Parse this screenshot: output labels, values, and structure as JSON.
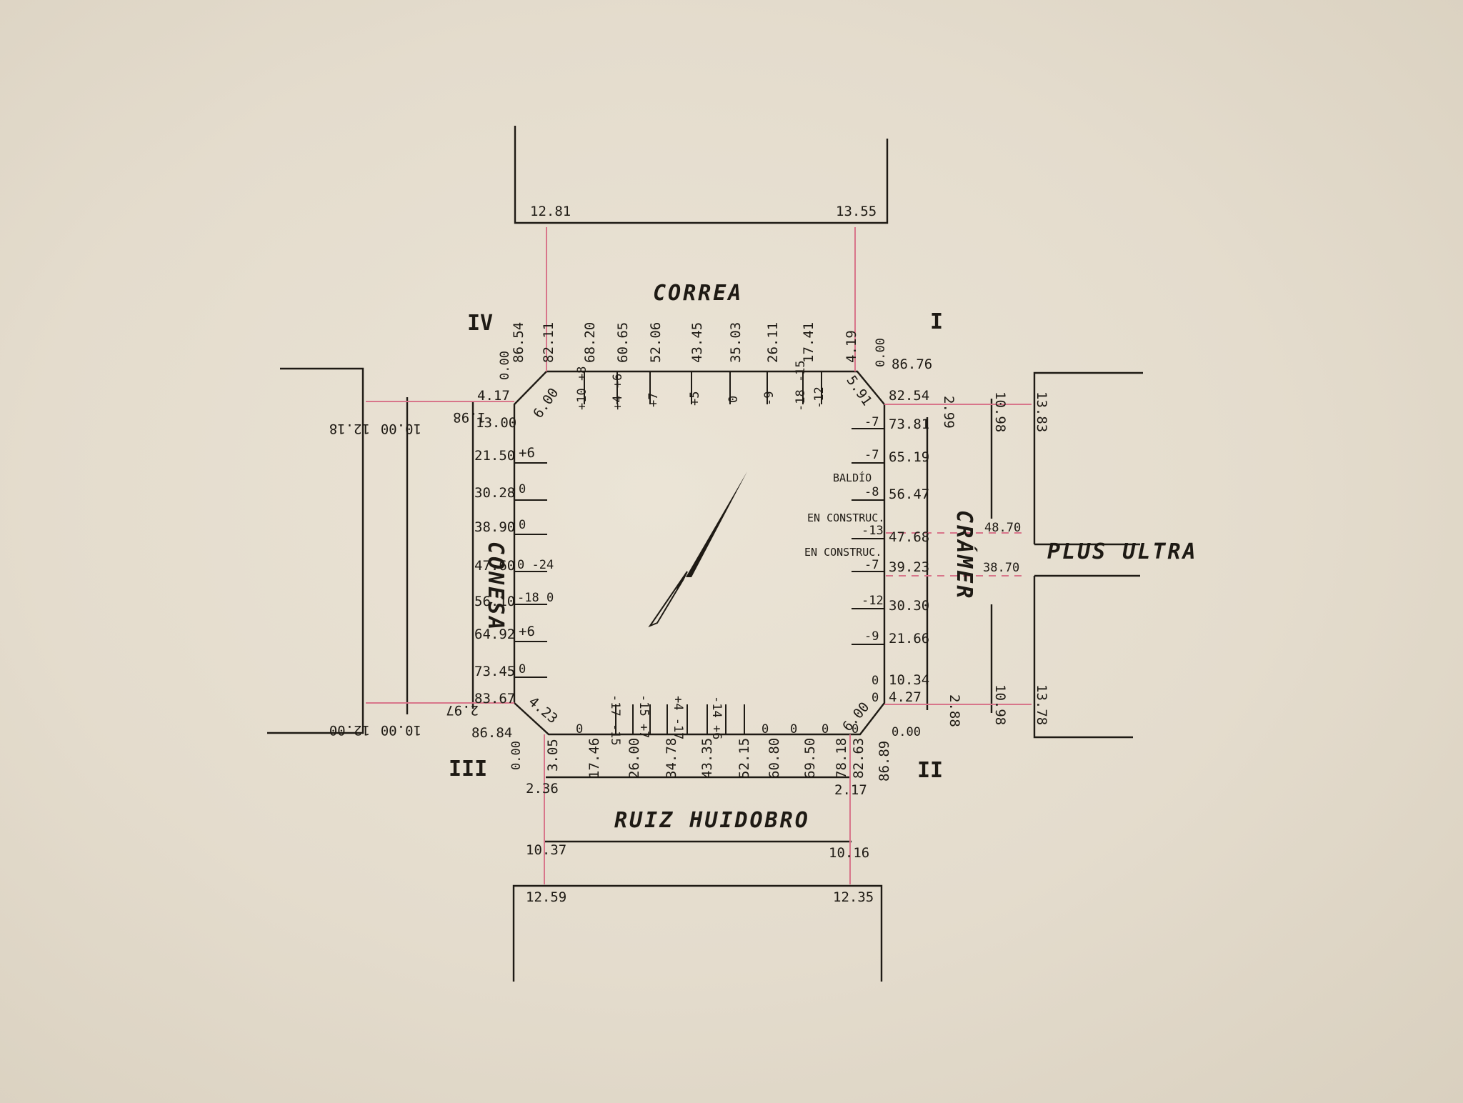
{
  "streets": {
    "north": "CORREA",
    "south": "RUIZ HUIDOBRO",
    "west": "CONESA",
    "east": "CRÁMER",
    "east_branch": "PLUS ULTRA"
  },
  "quadrants": {
    "ne": "I",
    "se": "II",
    "sw": "III",
    "nw": "IV"
  },
  "notes": {
    "baldio": "BALDÍO",
    "constr_1": "EN CONSTRUC.",
    "constr_2": "EN CONSTRUC."
  },
  "levels": {
    "north_left": "12.81",
    "north_right": "13.55",
    "south_inner_left": "10.37",
    "south_inner_right": "10.16",
    "south_outer_left": "12.59",
    "south_outer_right": "12.35",
    "south_curb_left": "2.36",
    "south_curb_right": "2.17",
    "west_top": "12.18",
    "west_top_inner": "10.00",
    "west_bottom": "12.00",
    "west_bottom_inner": "10.00",
    "east_top_inner": "10.98",
    "east_top": "13.83",
    "east_bottom_inner": "10.98",
    "east_bottom": "13.78",
    "plus_ultra_top": "48.70",
    "plus_ultra_bottom": "38.70"
  },
  "corners": {
    "nw_dist_top": "86.54",
    "nw_zero": "0.00",
    "nw_chamfer": "6.00",
    "nw_side": "1.98",
    "ne_top": "86.76",
    "ne_zero": "0.00",
    "ne_chamfer": "5.91",
    "ne_side": "2.99",
    "sw_bottom": "86.84",
    "sw_chamfer": "4.23",
    "sw_side": "2.97",
    "sw_zero": "0.00",
    "sw_curb": "3.05",
    "se_dist": "86.89",
    "se_chamfer": "6.00",
    "se_zero": "0.00",
    "se_side": "2.88"
  },
  "north_side": {
    "distances": [
      "82.11",
      "68.20",
      "60.65",
      "52.06",
      "43.45",
      "35.03",
      "26.11",
      "17.41",
      "4.19"
    ],
    "offsets": [
      "",
      "+10 +8",
      "+4 +6",
      "+7",
      "+5",
      "0",
      "-9",
      "-18 -15",
      "-12"
    ]
  },
  "south_side": {
    "distances": [
      "17.46",
      "26.00",
      "34.78",
      "43.35",
      "52.15",
      "60.80",
      "69.50",
      "78.18",
      "82.63"
    ],
    "offsets": [
      "0",
      "-17 -15",
      "-15 +7",
      "+4 -17",
      "-14 +6",
      "0",
      "0",
      "0",
      "0"
    ]
  },
  "west_side": {
    "distances": [
      "4.17",
      "13.00",
      "21.50",
      "30.28",
      "38.90",
      "47.60",
      "56.10",
      "64.92",
      "73.45",
      "83.67"
    ],
    "offsets": [
      "",
      "",
      "+6",
      "0",
      "0",
      "0 -24",
      "-18 0",
      "+6",
      "0",
      ""
    ]
  },
  "east_side": {
    "distances": [
      "82.54",
      "73.81",
      "65.19",
      "56.47",
      "47.68",
      "39.23",
      "30.30",
      "21.66",
      "10.34",
      "4.27"
    ],
    "offsets": [
      "",
      "-7",
      "-7",
      "-8",
      "-13",
      "-7",
      "-12",
      "-9",
      "0",
      "0"
    ]
  }
}
